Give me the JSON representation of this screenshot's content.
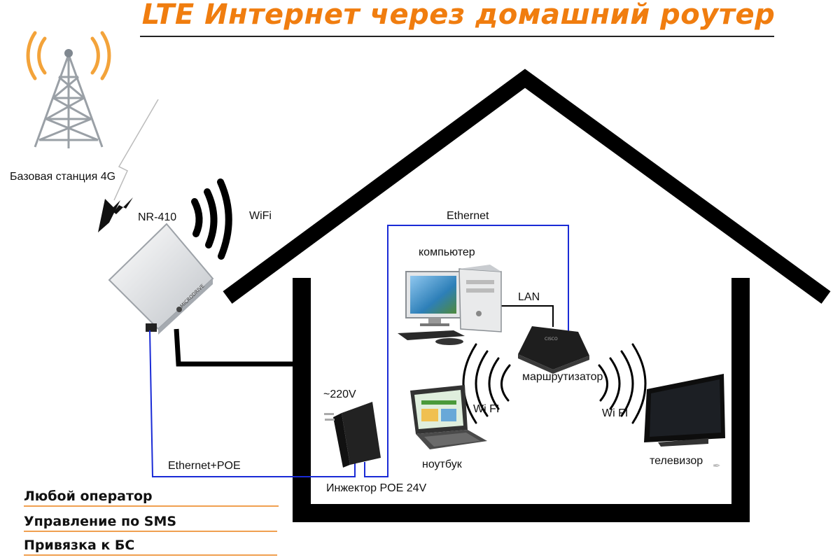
{
  "title": "LTE Интернет через домашний роутер",
  "labels": {
    "base_station": "Базовая станция 4G",
    "device_model": "NR-410",
    "wifi_outdoor": "WiFi",
    "ethernet": "Ethernet",
    "computer": "компьютер",
    "lan": "LAN",
    "router": "маршрутизатор",
    "wifi_left": "Wi FI",
    "wifi_right": "Wi FI",
    "power": "~220V",
    "laptop": "ноутбук",
    "tv": "телевизор",
    "ethernet_poe": "Ethernet+POE",
    "injector": "Инжектор POE 24V"
  },
  "features": [
    "Любой оператор",
    "Управление по SMS",
    "Привязка к БС"
  ],
  "colors": {
    "accent": "#f07d0f",
    "cable_blue": "#1a2bd6",
    "house_outline": "#000000",
    "feature_underline": "#f0a050"
  },
  "icons": [
    "cell-tower-icon",
    "signal-arc-icon",
    "lightning-bolt-icon",
    "antenna-device-icon",
    "computer-icon",
    "router-icon",
    "laptop-icon",
    "tv-icon",
    "power-adapter-icon"
  ]
}
